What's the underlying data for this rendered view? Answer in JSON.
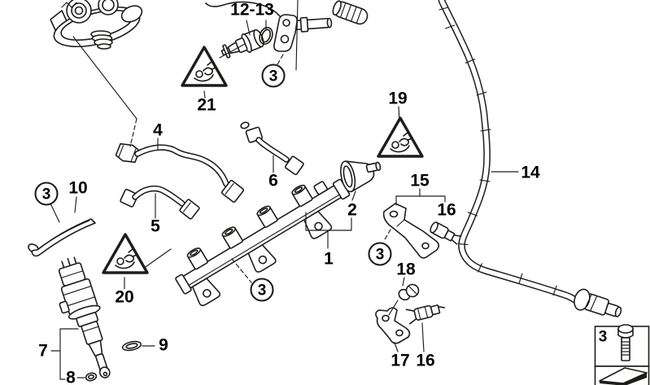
{
  "diagram": {
    "colors": {
      "background": "#ffffff",
      "line": "#1d1d1b",
      "text": "#000000"
    },
    "callouts": {
      "part1": "1",
      "part2": "2",
      "part4": "4",
      "part5": "5",
      "part6": "6",
      "part7": "7",
      "part8": "8",
      "part9": "9",
      "part10": "10",
      "part12_13": "12-13",
      "part14": "14",
      "part15": "15",
      "part16_upper": "16",
      "part16_lower": "16",
      "part17": "17",
      "part18": "18",
      "part19": "19",
      "part20": "20",
      "part21": "21"
    },
    "fastener_marker": "3",
    "legend": {
      "fastener_number": "3"
    },
    "icons": {
      "warning": "hand-injury-warning-triangle",
      "continuation_arrow": "page-continuation-arrow",
      "bolt": "hex-bolt"
    }
  }
}
